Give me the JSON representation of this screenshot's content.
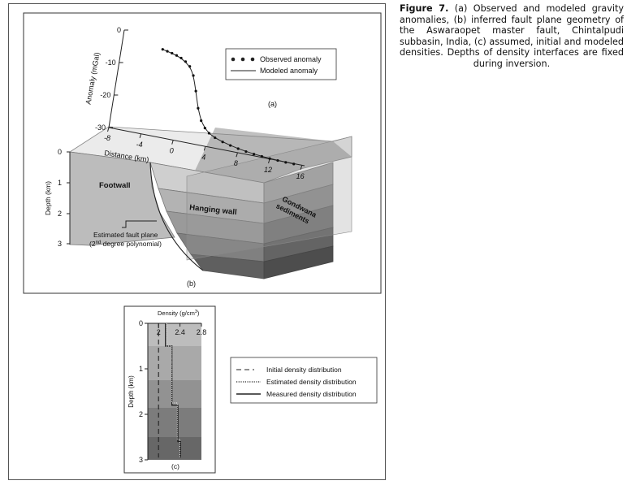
{
  "caption": {
    "label": "Figure 7.",
    "text": "(a) Observed and modeled gravity anomalies, (b) inferred fault plane geometry of the Aswaraopet master fault, Chintalpudi subbasin, India, (c) assumed, initial and modeled densities. Depths of density interfaces are fixed during inversion."
  },
  "panel_a": {
    "label": "(a)",
    "ylabel": "Anomaly (mGal)",
    "xlabel": "Distance (km)",
    "y_ticks": [
      "0",
      "-10",
      "-20",
      "-30"
    ],
    "x_ticks": [
      "-8",
      "-4",
      "0",
      "4",
      "8",
      "12",
      "16"
    ],
    "legend": {
      "observed": "Observed anomaly",
      "modeled": "Modeled anomaly"
    }
  },
  "panel_b": {
    "label": "(b)",
    "depth_label": "Depth (km)",
    "depth_ticks": [
      "0",
      "1",
      "2",
      "3"
    ],
    "footwall": "Footwall",
    "hanging_wall": "Hanging wall",
    "sediments_line1": "Gondwana",
    "sediments_line2": "sediments",
    "fault_line1": "Estimated fault plane",
    "fault_line2_pre": "(2",
    "fault_line2_sup": "nd",
    "fault_line2_post": " degree polynomial)"
  },
  "panel_c": {
    "label": "(c)",
    "title_pre": "Density (g/cm",
    "title_sup": "3",
    "title_post": ")",
    "depth_label": "Depth (km)",
    "x_ticks": [
      "2",
      "2.4",
      "2.8"
    ],
    "y_ticks": [
      "0",
      "1",
      "2",
      "3"
    ],
    "legend": {
      "initial": "Initial density distribution",
      "estimated": "Estimated density distribution",
      "measured": "Measured density distribution"
    }
  },
  "chart_data": [
    {
      "type": "line",
      "xlabel": "Distance (km)",
      "ylabel": "Anomaly (mGal)",
      "xlim": [
        -8,
        16
      ],
      "ylim": [
        -30,
        0
      ],
      "series": [
        {
          "name": "Observed anomaly",
          "x": [
            -3,
            -2.4,
            -1.8,
            -1.2,
            -0.6,
            0,
            0.6,
            1.2,
            1.8,
            2.4,
            3,
            3.6,
            4.2,
            5,
            6,
            7,
            8,
            9,
            10,
            11,
            12,
            13,
            14,
            15
          ],
          "y": [
            -3.5,
            -3.8,
            -4.1,
            -4.5,
            -5,
            -5.8,
            -7,
            -9.5,
            -14,
            -19,
            -22.5,
            -24.5,
            -25.8,
            -26.8,
            -27.6,
            -28.2,
            -28.7,
            -29.1,
            -29.4,
            -29.6,
            -29.8,
            -29.9,
            -30,
            -30
          ]
        },
        {
          "name": "Modeled anomaly",
          "x": [
            -3,
            -1.8,
            -0.6,
            0.6,
            1.2,
            1.8,
            2.4,
            3,
            3.6,
            4.2,
            5,
            6,
            8,
            10,
            12,
            15
          ],
          "y": [
            -3.5,
            -4.1,
            -5,
            -7,
            -9.5,
            -14,
            -19,
            -22.5,
            -24.5,
            -25.8,
            -26.8,
            -27.6,
            -28.7,
            -29.4,
            -29.8,
            -30
          ]
        }
      ]
    },
    {
      "type": "line",
      "xlabel": "Density (g/cm3)",
      "ylabel": "Depth (km)",
      "xlim": [
        1.8,
        2.8
      ],
      "ylim": [
        3,
        0
      ],
      "series": [
        {
          "name": "Initial density distribution",
          "x": [
            2.0,
            2.0
          ],
          "y": [
            0,
            2.95
          ]
        },
        {
          "name": "Estimated density distribution",
          "x": [
            2.15,
            2.15,
            2.25,
            2.25,
            2.35,
            2.35,
            2.4,
            2.4
          ],
          "y": [
            0,
            0.5,
            0.5,
            1.75,
            1.75,
            2.55,
            2.55,
            2.95
          ]
        },
        {
          "name": "Measured density distribution",
          "x": [
            2.13,
            2.13,
            2.25,
            2.25,
            2.36,
            2.36,
            2.41,
            2.41
          ],
          "y": [
            0,
            0.5,
            0.5,
            1.8,
            1.8,
            2.6,
            2.6,
            2.95
          ]
        }
      ]
    }
  ]
}
